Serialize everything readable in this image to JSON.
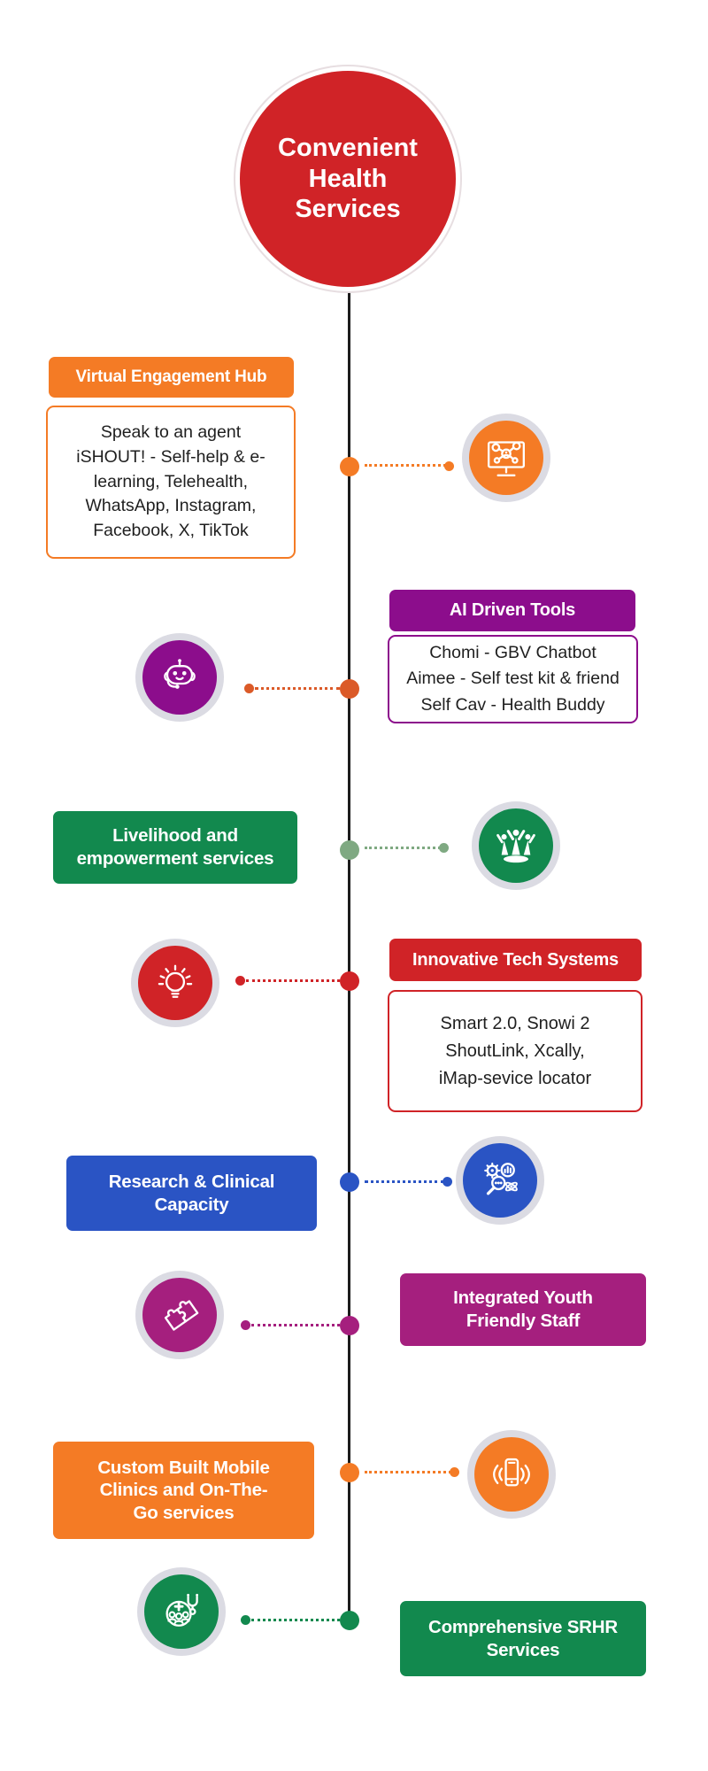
{
  "palette": {
    "red": "#D02327",
    "orange": "#F47B25",
    "deep_orange": "#DB5A28",
    "purple": "#8C0D8C",
    "green": "#12894E",
    "sage_green": "#7FA982",
    "blue": "#2A54C4",
    "magenta": "#A51F7E",
    "ring_grey": "#DBDBE3",
    "line_black": "#1C1C1C",
    "text_black": "#1F1F1F"
  },
  "title_circle": {
    "text": "Convenient\nHealth\nServices",
    "color": "#D02327"
  },
  "sections": [
    {
      "id": "virtual-engagement-hub",
      "side": "left",
      "label": "Virtual Engagement Hub",
      "body": "Speak to an agent\niSHOUT! - Self-help & e-\nlearning, Telehealth,\nWhatsApp, Instagram,\nFacebook, X, TikTok",
      "color": "#F47B25",
      "connector_color": "#F47B25",
      "icon": "monitor-network-icon"
    },
    {
      "id": "ai-driven-tools",
      "side": "right",
      "label": "AI Driven Tools",
      "body": "Chomi - GBV Chatbot\nAimee - Self test kit & friend\nSelf Cav - Health Buddy",
      "color": "#8C0D8C",
      "connector_color": "#DB5A28",
      "icon": "chatbot-icon"
    },
    {
      "id": "livelihood-empowerment-services",
      "side": "left",
      "label": "Livelihood and\nempowerment services",
      "body": "",
      "color": "#12894E",
      "connector_color": "#7FA982",
      "icon": "people-empowerment-icon"
    },
    {
      "id": "innovative-tech-systems",
      "side": "right",
      "label": "Innovative Tech Systems",
      "body": "Smart 2.0, Snowi 2\nShoutLink, Xcally,\niMap-sevice locator",
      "color": "#D02327",
      "connector_color": "#D02327",
      "icon": "lightbulb-icon"
    },
    {
      "id": "research-clinical-capacity",
      "side": "left",
      "label": "Research & Clinical\nCapacity",
      "body": "",
      "color": "#2A54C4",
      "connector_color": "#2A54C4",
      "icon": "research-analysis-icon"
    },
    {
      "id": "integrated-youth-friendly-staff",
      "side": "right",
      "label": "Integrated Youth\nFriendly Staff",
      "body": "",
      "color": "#A51F7E",
      "connector_color": "#A51F7E",
      "icon": "puzzle-icon"
    },
    {
      "id": "custom-built-mobile-clinics",
      "side": "left",
      "label": "Custom Built Mobile\nClinics and On-The-\nGo services",
      "body": "",
      "color": "#F47B25",
      "connector_color": "#F47B25",
      "icon": "mobile-phone-ring-icon"
    },
    {
      "id": "comprehensive-srhr-services",
      "side": "right",
      "label": "Comprehensive SRHR\nServices",
      "body": "",
      "color": "#12894E",
      "connector_color": "#12894E",
      "icon": "community-health-icon"
    }
  ]
}
